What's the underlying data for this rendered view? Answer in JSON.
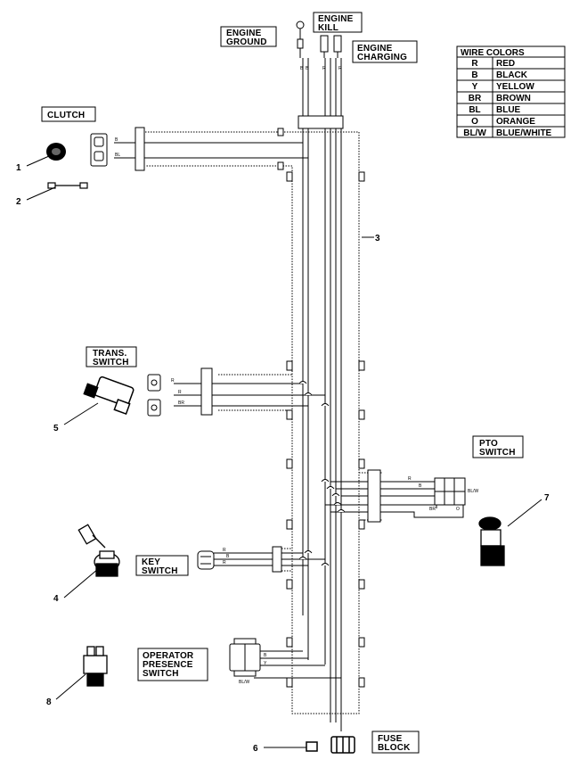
{
  "labels": {
    "engine_ground": [
      "ENGINE",
      "GROUND"
    ],
    "engine_kill": [
      "ENGINE",
      "KILL"
    ],
    "engine_charging": [
      "ENGINE",
      "CHARGING"
    ],
    "clutch": [
      "CLUTCH"
    ],
    "trans_switch": [
      "TRANS.",
      "SWITCH"
    ],
    "pto_switch": [
      "PTO",
      "SWITCH"
    ],
    "key_switch": [
      "KEY",
      "SWITCH"
    ],
    "operator_presence_switch": [
      "OPERATOR",
      "PRESENCE",
      "SWITCH"
    ],
    "fuse_block": [
      "FUSE",
      "BLOCK"
    ]
  },
  "wire_colors": {
    "title": "WIRE COLORS",
    "rows": [
      {
        "code": "R",
        "name": "RED"
      },
      {
        "code": "B",
        "name": "BLACK"
      },
      {
        "code": "Y",
        "name": "YELLOW"
      },
      {
        "code": "BR",
        "name": "BROWN"
      },
      {
        "code": "BL",
        "name": "BLUE"
      },
      {
        "code": "O",
        "name": "ORANGE"
      },
      {
        "code": "BL/W",
        "name": "BLUE/WHITE"
      }
    ]
  },
  "callouts": [
    "1",
    "2",
    "3",
    "4",
    "5",
    "6",
    "7",
    "8"
  ],
  "wire_tags": {
    "engine_top": [
      "B",
      "B",
      "R",
      "R"
    ],
    "clutch": [
      "B",
      "BL"
    ],
    "trans": [
      "R",
      "R",
      "BR"
    ],
    "key": [
      "R",
      "B",
      "R"
    ],
    "pto": [
      "R",
      "B",
      "BL/W",
      "BR",
      "O"
    ],
    "operator": [
      "B",
      "Y",
      "BL/W"
    ]
  }
}
